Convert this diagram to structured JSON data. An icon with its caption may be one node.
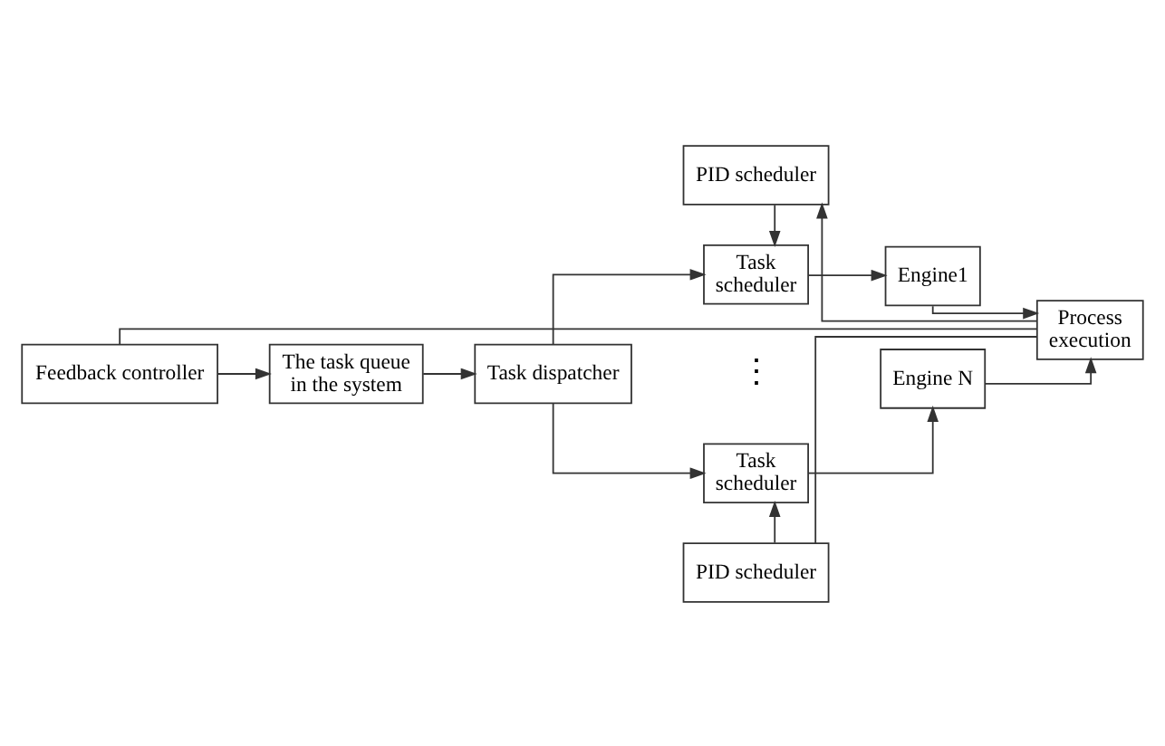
{
  "diagram": {
    "nodes": [
      {
        "text": [
          "Feedback controller"
        ]
      },
      {
        "text": [
          "PID scheduler"
        ]
      },
      {
        "text": [
          "The task queue in the system"
        ]
      },
      {
        "text": [
          "Task dispatcher"
        ]
      },
      {
        "text": [
          "Task scheduler"
        ]
      },
      {
        "text": [
          "Engine1"
        ]
      },
      {
        "text": [
          "Task scheduler"
        ]
      },
      {
        "text": [
          "Engine N"
        ]
      },
      {
        "text": [
          "Process execution"
        ]
      },
      {
        "text": [
          "PID scheduler"
        ]
      }
    ],
    "edges": [
      {
        "from": 0,
        "to": 2,
        "arrow": "to"
      },
      {
        "from": 2,
        "to": 3,
        "arrow": "to"
      },
      {
        "from": 3,
        "to": 4,
        "arrow": "to"
      },
      {
        "from": 3,
        "to": 6,
        "arrow": "to"
      },
      {
        "from": 1,
        "to": 4,
        "arrow": "to"
      },
      {
        "from": 9,
        "to": 6,
        "arrow": "to"
      },
      {
        "from": 4,
        "to": 5,
        "arrow": "to"
      },
      {
        "from": 6,
        "to": 7,
        "arrow": "to"
      },
      {
        "from": 5,
        "to": 8,
        "arrow": "to"
      },
      {
        "from": 7,
        "to": 8,
        "arrow": "to"
      },
      {
        "from": 8,
        "to": 0,
        "arrow": "none"
      },
      {
        "from": 8,
        "to": 1,
        "arrow": "to"
      },
      {
        "from": 8,
        "to": 9,
        "arrow": "none"
      }
    ],
    "labels": [
      "⋮"
    ]
  }
}
